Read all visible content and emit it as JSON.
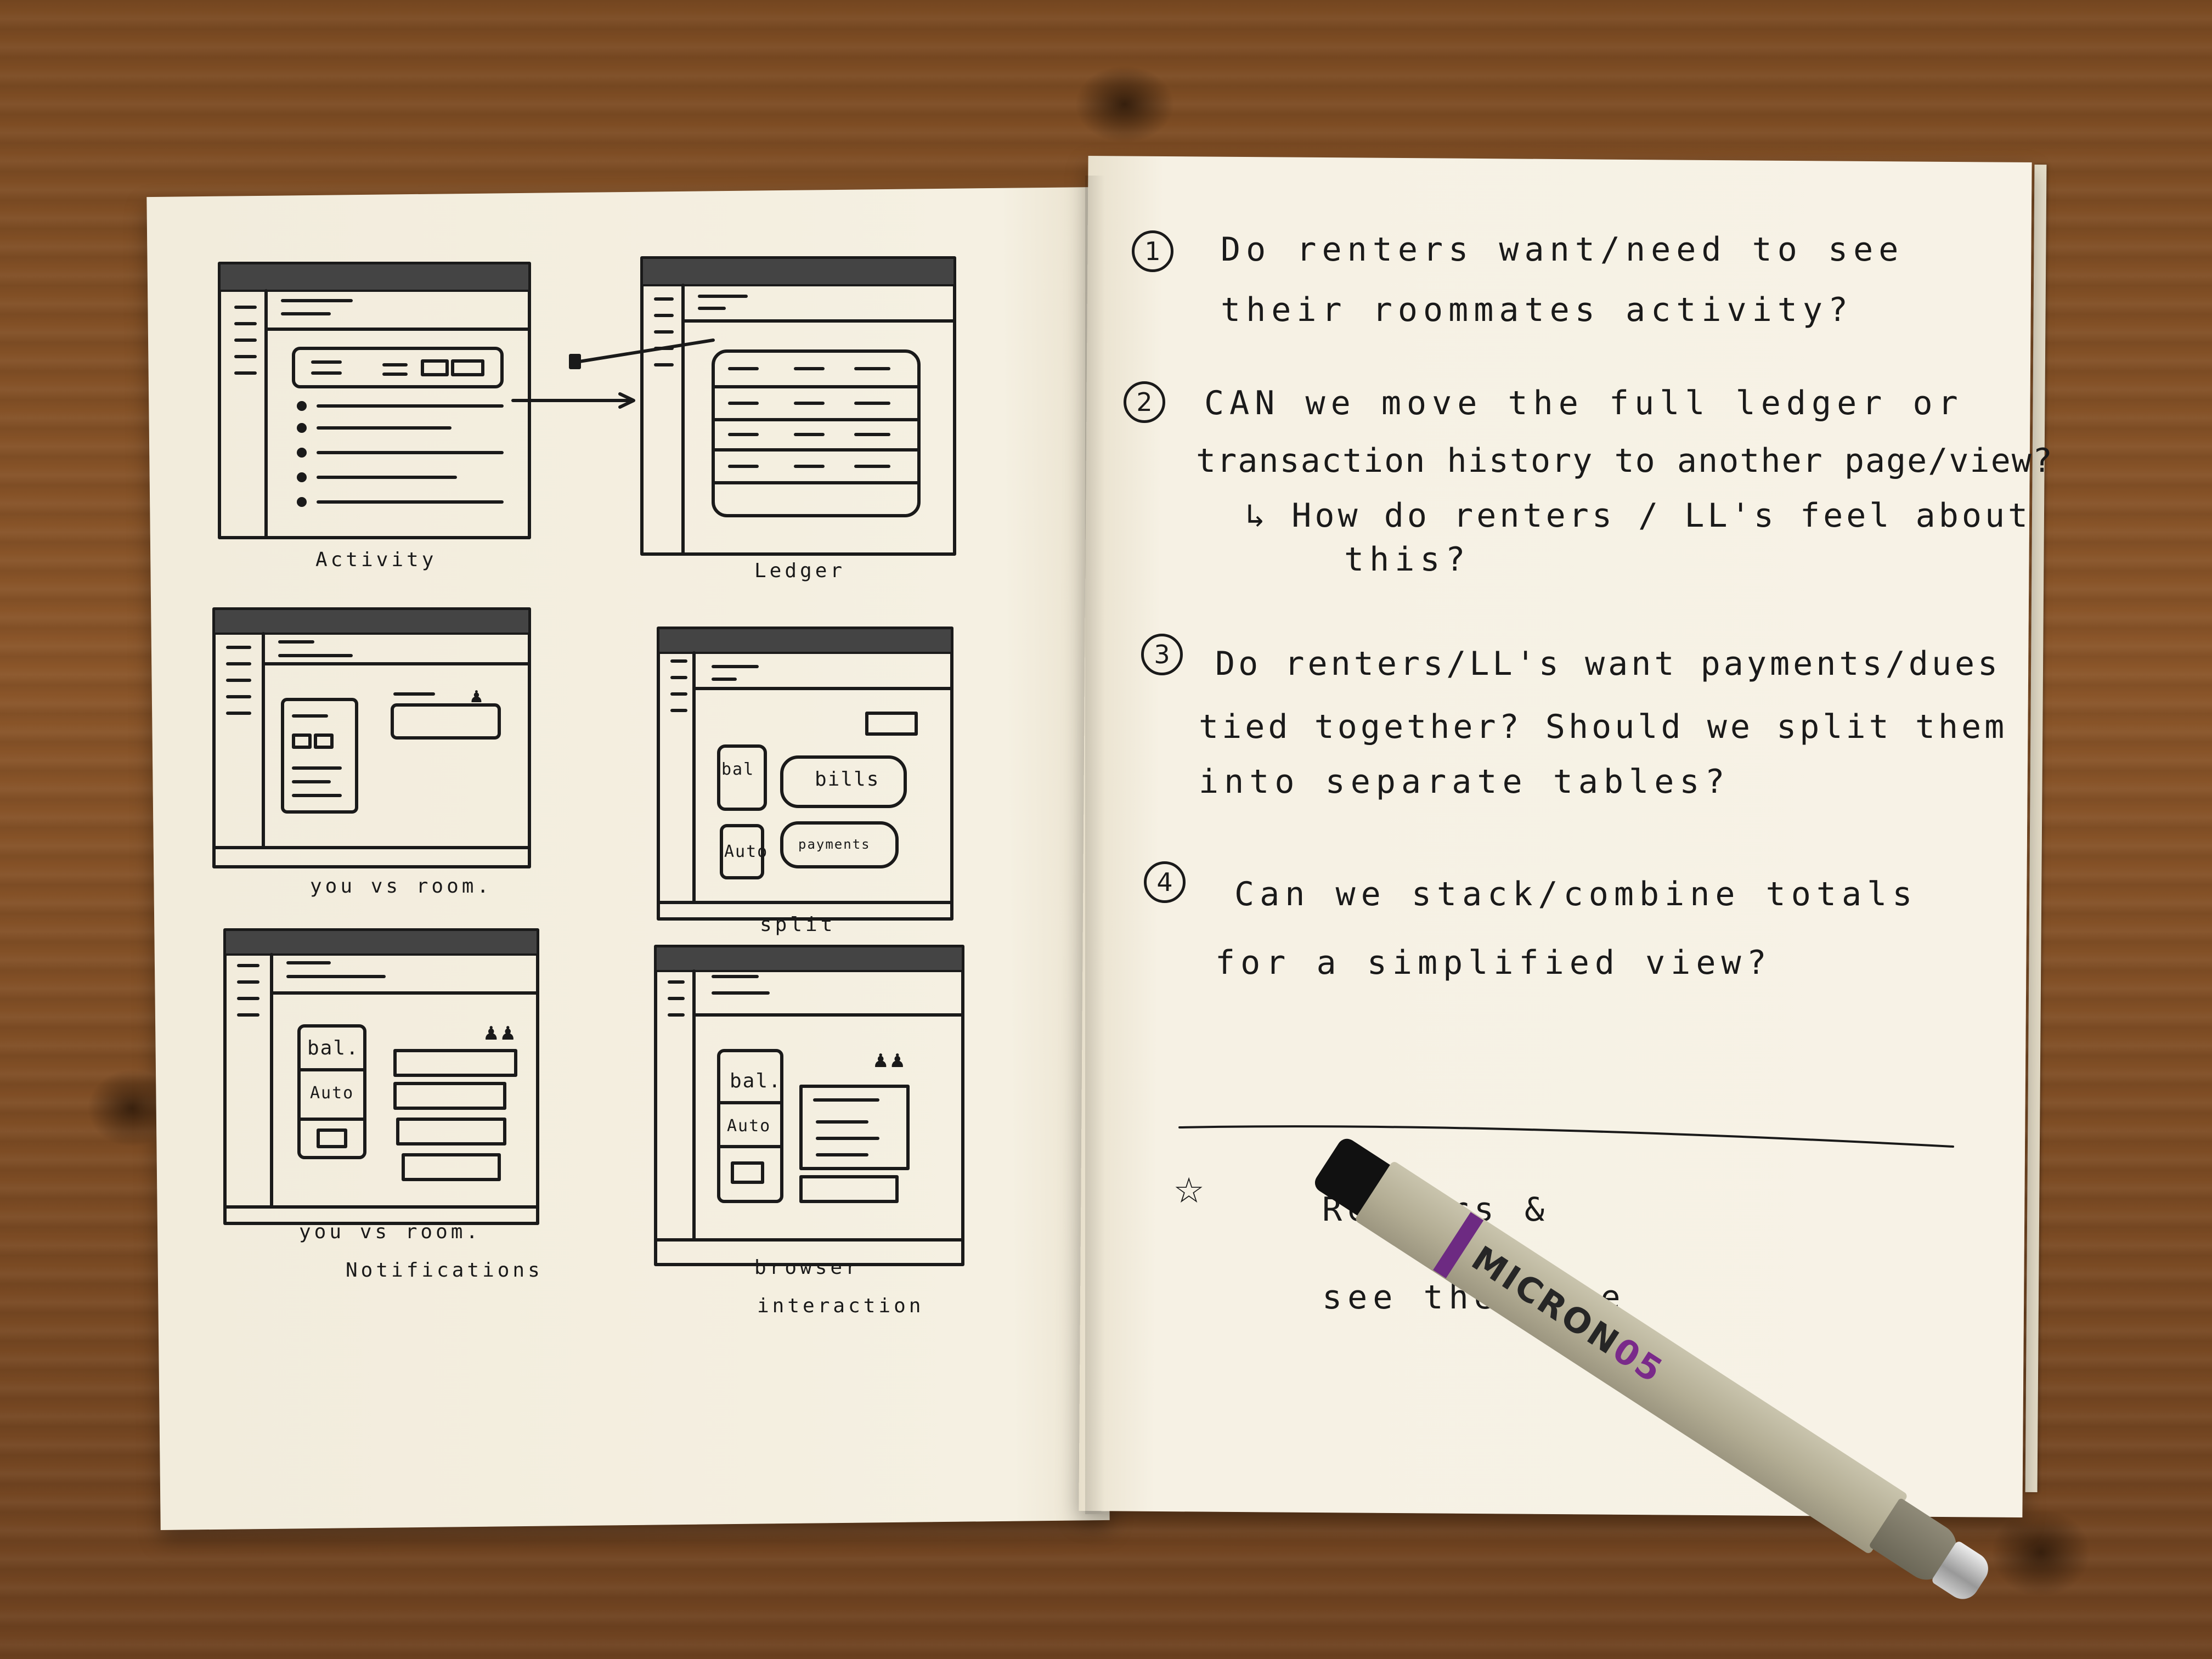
{
  "notes": [
    {
      "number": "1",
      "lines": [
        "Do renters want/need to see",
        "their roommates activity?"
      ]
    },
    {
      "number": "2",
      "lines": [
        "CAN we move the full ledger or",
        "transaction history to another page/view?",
        "↳ How do renters / LL's feel about",
        "this?"
      ]
    },
    {
      "number": "3",
      "lines": [
        "Do renters/LL's want payments/dues",
        "tied together? Should we split them",
        "into separate tables?"
      ]
    },
    {
      "number": "4",
      "lines": [
        "Can we stack/combine totals",
        "for a simplified view?"
      ]
    }
  ],
  "bottom_note": {
    "star": "☆",
    "lines": [
      "Renters &",
      "see the same"
    ]
  },
  "sketches": [
    {
      "caption": "Activity"
    },
    {
      "caption": "Ledger"
    },
    {
      "caption": "you vs room.",
      "box_labels": []
    },
    {
      "caption": "split",
      "box_labels": [
        "bal",
        "bills",
        "Auto",
        "payments"
      ]
    },
    {
      "caption_lines": [
        "you vs room.",
        "Notifications"
      ],
      "box_labels": [
        "bal.",
        "Auto"
      ]
    },
    {
      "caption_lines": [
        "browser",
        "interaction"
      ],
      "box_labels": [
        "bal.",
        "Auto"
      ]
    }
  ],
  "pen": {
    "brand": "MICRON",
    "size": "05"
  },
  "colors": {
    "ink": "#1a1a1a",
    "paper": "#f4efe1",
    "wood": "#7a4a22"
  }
}
